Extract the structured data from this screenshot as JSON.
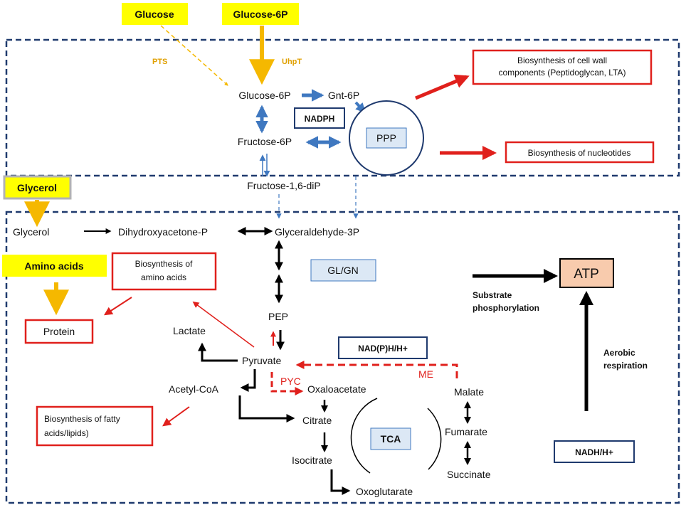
{
  "inputs": {
    "glucose": "Glucose",
    "glucose6p": "Glucose-6P",
    "glycerol": "Glycerol",
    "amino_acids": "Amino acids"
  },
  "transporters": {
    "pts": "PTS",
    "uhpt": "UhpT"
  },
  "metabolites": {
    "glucose6p": "Glucose-6P",
    "gnt6p": "Gnt-6P",
    "fructose6p": "Fructose-6P",
    "fructose16dip": "Fructose-1,6-diP",
    "glycerol": "Glycerol",
    "dhap": "Dihydroxyacetone-P",
    "g3p": "Glyceraldehyde-3P",
    "pep": "PEP",
    "pyruvate": "Pyruvate",
    "lactate": "Lactate",
    "acetylcoa": "Acetyl-CoA",
    "oxaloacetate": "Oxaloacetate",
    "citrate": "Citrate",
    "isocitrate": "Isocitrate",
    "oxoglutarate": "Oxoglutarate",
    "malate": "Malate",
    "fumarate": "Fumarate",
    "succinate": "Succinate",
    "protein": "Protein"
  },
  "cofactors": {
    "nadph": "NADPH",
    "nadph_h": "NAD(P)H/H+",
    "nadh_h": "NADH/H+"
  },
  "pathways": {
    "ppp": "PPP",
    "glgn": "GL/GN",
    "tca": "TCA",
    "pyc": "PYC",
    "me": "ME"
  },
  "biosynthesis": {
    "cell_wall_line1": "Biosynthesis of cell wall",
    "cell_wall_line2": "components (Peptidoglycan, LTA)",
    "nucleotides": "Biosynthesis of nucleotides",
    "amino_line1": "Biosynthesis of",
    "amino_line2": "amino acids",
    "fatty_line1": "Biosynthesis of fatty",
    "fatty_line2": "acids/lipids)"
  },
  "energy": {
    "atp": "ATP",
    "substrate_line1": "Substrate",
    "substrate_line2": "phosphorylation",
    "aerobic_line1": "Aerobic",
    "aerobic_line2": "respiration"
  },
  "colors": {
    "yellow_box": "#ffff00",
    "yellow_arrow": "#f5b800",
    "blue_arrow": "#3f78c0",
    "red": "#e0201c",
    "dark_blue": "#1f3a6e",
    "atp_fill": "#f8cbad",
    "pathway_fill": "#dce8f5"
  }
}
